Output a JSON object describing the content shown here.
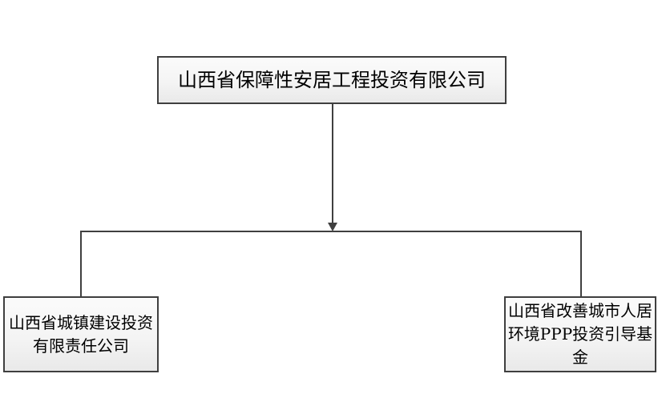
{
  "diagram": {
    "type": "org-chart",
    "root": {
      "label": "山西省保障性安居工程投资有限公司"
    },
    "children": [
      {
        "label": "山西省城镇建设投资\n有限责任公司"
      },
      {
        "label": "山西省改善城市人居\n环境PPP投资引导基金"
      }
    ],
    "connectors": {
      "style": "elbow",
      "arrow": "down-solid-triangle"
    },
    "colors": {
      "background": "#ffffff",
      "box_border": "#3f3f3f",
      "box_fill_top": "#fbfbfb",
      "box_fill_bottom": "#e9e9e9",
      "line": "#404040",
      "text": "#000000"
    }
  }
}
